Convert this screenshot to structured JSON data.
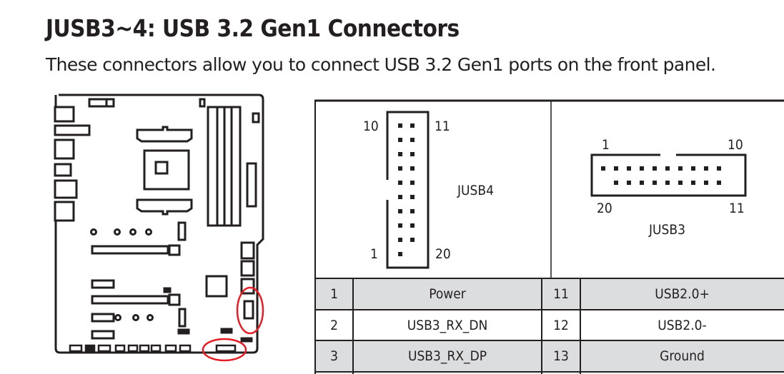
{
  "header": {
    "title": "JUSB3~4: USB 3.2 Gen1 Connectors",
    "description": "These connectors allow you to connect USB 3.2 Gen1 ports on the front panel."
  },
  "colors": {
    "highlight": "#e31e24",
    "row_shade": "#dcdddf",
    "line": "#231f20"
  },
  "jusb4": {
    "name": "JUSB4",
    "pin_top_left": "10",
    "pin_top_right": "11",
    "pin_bottom_left": "1",
    "pin_bottom_right": "20"
  },
  "jusb3": {
    "name": "JUSB3",
    "pin_top_left": "1",
    "pin_top_right": "10",
    "pin_bottom_left": "20",
    "pin_bottom_right": "11"
  },
  "table": {
    "rows": [
      {
        "pin_a": "1",
        "signal_a": "Power",
        "pin_b": "11",
        "signal_b": "USB2.0+"
      },
      {
        "pin_a": "2",
        "signal_a": "USB3_RX_DN",
        "pin_b": "12",
        "signal_b": "USB2.0-"
      },
      {
        "pin_a": "3",
        "signal_a": "USB3_RX_DP",
        "pin_b": "13",
        "signal_b": "Ground"
      }
    ]
  }
}
